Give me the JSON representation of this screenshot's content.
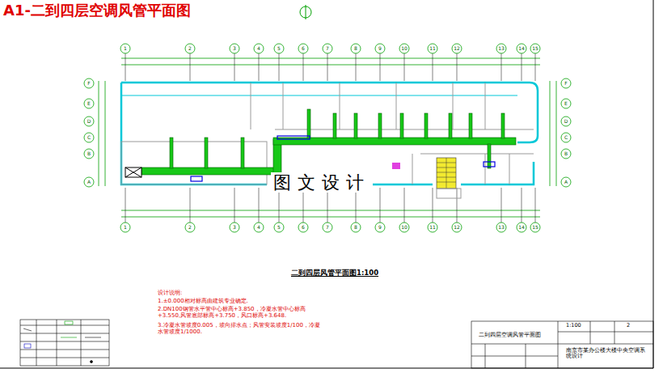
{
  "diagram": {
    "title": "A1-二到四层空调风管平面图",
    "labels": [
      "图文设计",
      "二到四层风管平面图1:100",
      "设计说明:",
      "1.±0.000相对标高由建筑专业确定.",
      "2.DN100钢管水平管中心标高+3.850，冷凝水管中心标高+3.550,风管底部标高+3.750，风口标高+3.648.",
      "3.冷凝水管坡度0.005，坡向排水点；风管安装坡度1/100，冷凝水管坡度1/1000.",
      "二到四层空调风管平面图",
      "1:100",
      "2",
      "南京市某办公楼大楼中央空调系统设计",
      "1",
      "2",
      "3",
      "4",
      "5",
      "6",
      "7",
      "8",
      "9",
      "10",
      "11",
      "12",
      "13",
      "14",
      "15",
      "1",
      "2",
      "3",
      "4",
      "5",
      "6",
      "7",
      "8",
      "9",
      "10",
      "11",
      "12",
      "13",
      "14",
      "15",
      "F",
      "E",
      "D",
      "C",
      "B",
      "A",
      "F",
      "E",
      "D",
      "C",
      "B",
      "A"
    ]
  }
}
